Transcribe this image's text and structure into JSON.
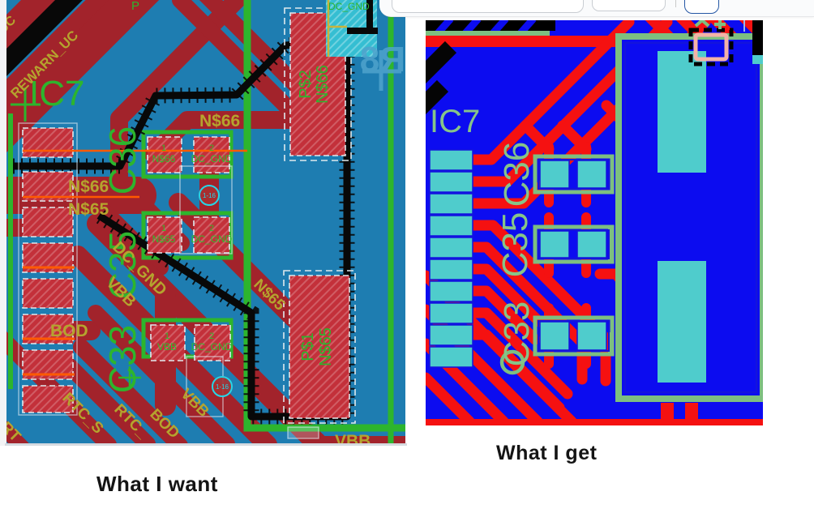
{
  "captions": {
    "left": "What I want",
    "right": "What I get"
  },
  "left_board": {
    "ref_ic": "IC7",
    "cap1": "C36",
    "cap2": "C35",
    "cap3": "C33",
    "net_uc": "UC",
    "net_rewarn": "REWARN_UC",
    "p_partial": "P",
    "n66_top": "N$66",
    "n66_left": "N$66",
    "n65_left": "N$65",
    "dc_gnd_diag": "DC_GND",
    "vbb_mid": "VBB",
    "bod_h": "BOD",
    "rtc_s": "RTC_S",
    "rtc_2": "RTC_",
    "rt_corner": "RT",
    "bod_diag": "BOD",
    "vbb_diag": "VBB",
    "n65_diag": "N$65",
    "vbb_bottom": "VBB",
    "pad_p2_name": "P$2",
    "pad_p2_net": "N$66",
    "pad_p1_name": "P$1",
    "pad_p1_net": "N$65",
    "c36_p1_num": "1",
    "c36_p1_net": "N$66",
    "c36_p2_num": "2",
    "c36_p2_net": "DC_GND",
    "c35_p1_num": "1",
    "c35_p1_net": "N$65",
    "c35_p2_num": "2",
    "c35_p2_net": "DC_GND",
    "c33_p1_num": "1",
    "c33_p1_net": "VBB",
    "c33_p2_num": "2",
    "c33_p2_net": "DC_GND",
    "via1": "1-16",
    "via2": "1-16",
    "mirror_text": "R8",
    "top_pad_net": "DC_GND",
    "colors": {
      "background": "#1e7db1",
      "trace": "#a2232b",
      "pad": "#c3303a",
      "silk_green": "#2db52d",
      "net_label": "#b5a42e",
      "orange": "#ff5a00",
      "via_ring": "#25d6e8",
      "bottom_text": "#4fa3cd",
      "outline": "#080808"
    }
  },
  "right_board": {
    "ref_ic": "IC7",
    "cap1": "C36",
    "cap2": "C35",
    "cap3": "C33",
    "colors": {
      "background": "#0c0cf0",
      "trace": "#f51111",
      "pad": "#4fcccc",
      "silk": "#7dbf80",
      "footprint_alt": "#f3b3a7",
      "outline": "#000000"
    }
  }
}
